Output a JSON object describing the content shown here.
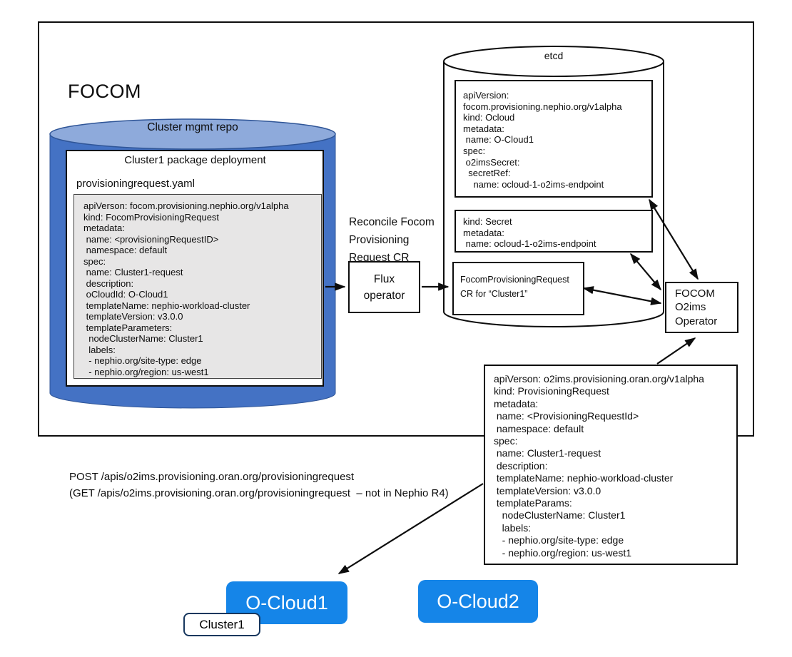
{
  "focom": {
    "title": "FOCOM"
  },
  "repo": {
    "title": "Cluster mgmt repo",
    "package_title": "Cluster1 package deployment",
    "file_name": "provisioningrequest.yaml",
    "yaml": [
      "apiVerson: focom.provisioning.nephio.org/v1alpha",
      "kind: FocomProvisioningRequest",
      "metadata:",
      " name: <provisioningRequestID>",
      " namespace: default",
      "spec:",
      " name: Cluster1-request",
      " description:",
      " oCloudId: O-Cloud1",
      " templateName: nephio-workload-cluster",
      " templateVersion: v3.0.0",
      " templateParameters:",
      "  nodeClusterName: Cluster1",
      "  labels:",
      "  - nephio.org/site-type: edge",
      "  - nephio.org/region: us-west1"
    ]
  },
  "reconcile_note": [
    "Reconcile Focom",
    "Provisioning",
    "Request CR"
  ],
  "flux": [
    "Flux",
    "operator"
  ],
  "etcd": {
    "title": "etcd",
    "ocloud_cr": [
      "apiVersion:",
      "focom.provisioning.nephio.org/v1alpha",
      "kind: Ocloud",
      "metadata:",
      " name: O-Cloud1",
      "spec:",
      " o2imsSecret:",
      "  secretRef:",
      "    name: ocloud-1-o2ims-endpoint"
    ],
    "secret_cr": [
      "kind: Secret",
      "metadata:",
      " name: ocloud-1-o2ims-endpoint"
    ],
    "focom_pr_cr": [
      "FocomProvisioningRequest",
      "CR for “Cluster1”"
    ]
  },
  "operator": [
    "FOCOM",
    "O2ims",
    "Operator"
  ],
  "o2ims_request_yaml": [
    "apiVerson: o2ims.provisioning.oran.org/v1alpha",
    "kind: ProvisioningRequest",
    "metadata:",
    " name: <ProvisioningRequestId>",
    " namespace: default",
    "spec:",
    " name: Cluster1-request",
    " description:",
    " templateName: nephio-workload-cluster",
    " templateVersion: v3.0.0",
    " templateParams:",
    "   nodeClusterName: Cluster1",
    "   labels:",
    "   - nephio.org/site-type: edge",
    "   - nephio.org/region: us-west1"
  ],
  "api_note": [
    "POST /apis/o2ims.provisioning.oran.org/provisioningrequest",
    "(GET /apis/o2ims.provisioning.oran.org/provisioningrequest  – not in Nephio R4)"
  ],
  "clouds": {
    "ocloud1": "O-Cloud1",
    "ocloud2": "O-Cloud2",
    "cluster1": "Cluster1"
  },
  "colors": {
    "repo_body_blue": "#4472c4",
    "repo_top_blue": "#8eaadb",
    "repo_edge_blue": "#2f5597",
    "cloud_button_blue": "#1585e8",
    "cluster_chip_border": "#17375e",
    "yaml_gray": "#e7e6e6",
    "line_black": "#0d0d0d"
  }
}
